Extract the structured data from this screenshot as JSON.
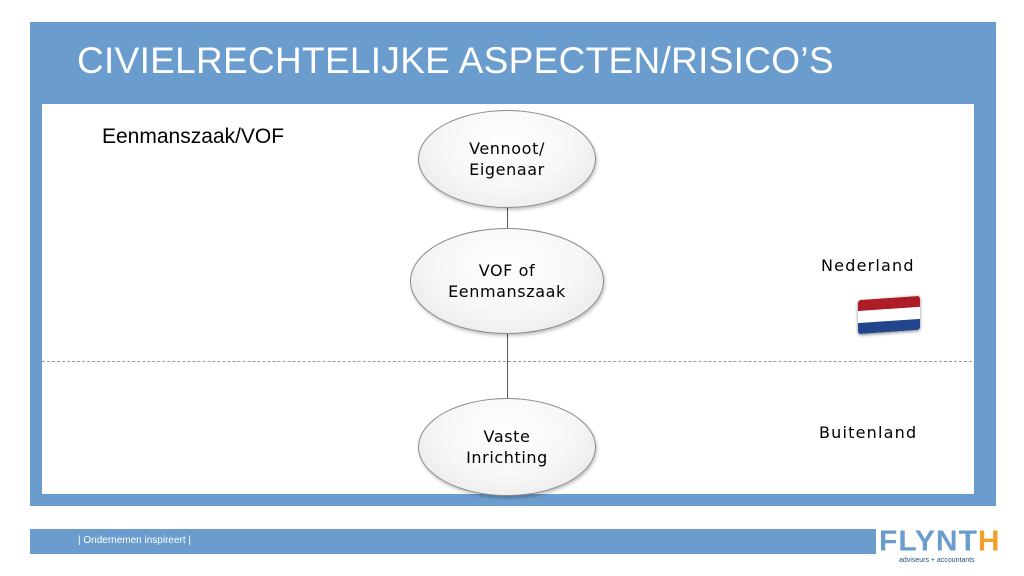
{
  "slide": {
    "title": "CIVIELRECHTELIJKE ASPECTEN/RISICO’S",
    "subtitle": "Eenmanszaak/VOF"
  },
  "diagram": {
    "nodes": [
      {
        "id": "owner",
        "label": "Vennoot/\nEigenaar"
      },
      {
        "id": "entity",
        "label": "VOF of\nEenmanszaak"
      },
      {
        "id": "establishment",
        "label": "Vaste\nInrichting"
      }
    ],
    "regions": {
      "domestic": "Nederland",
      "foreign": "Buitenland"
    },
    "flag_colors": [
      "#ae1c28",
      "#ffffff",
      "#21468b"
    ]
  },
  "footer": {
    "tagline": "| Ondernemen inspireert |",
    "logo": {
      "word": "FLYNT",
      "accent": "H",
      "tagline": "adviseurs + accountants"
    }
  },
  "colors": {
    "brand_blue": "#6a9ccd",
    "brand_orange": "#f0a02a"
  }
}
